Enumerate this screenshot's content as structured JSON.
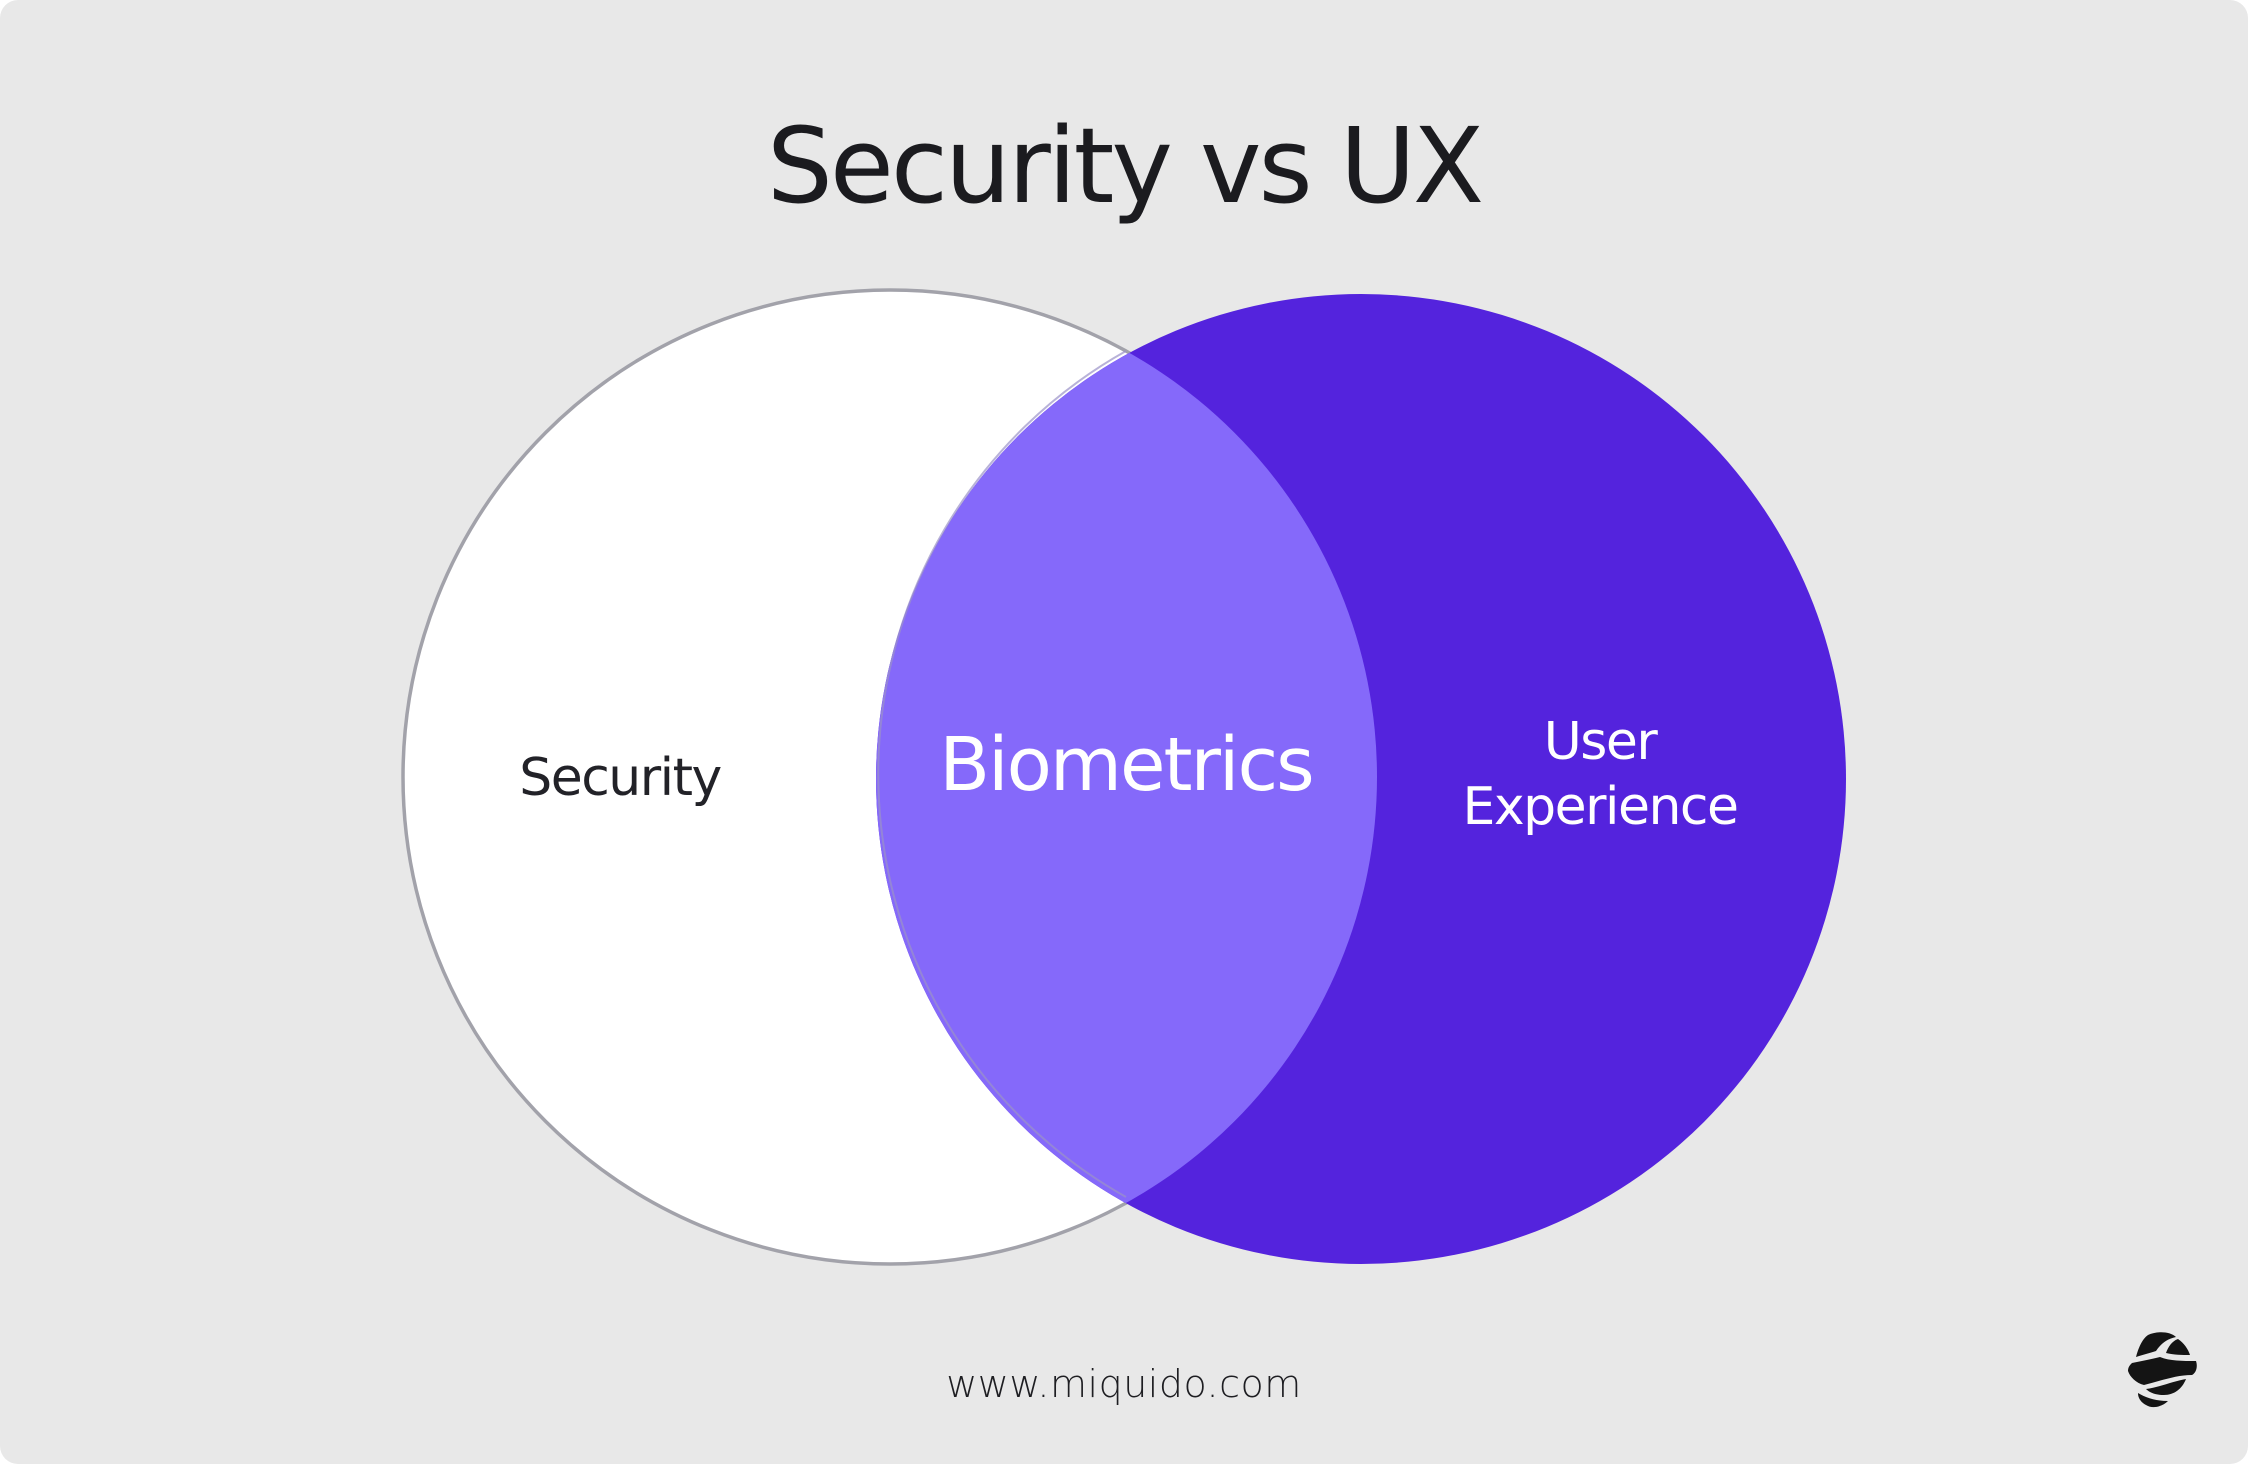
{
  "title": "Security vs UX",
  "venn": {
    "left_set": {
      "label": "Security",
      "fill": "#ffffff",
      "stroke": "#a2a2aa"
    },
    "right_set": {
      "label_line1": "User",
      "label_line2": "Experience",
      "fill": "#5423dd"
    },
    "intersection": {
      "label": "Biometrics",
      "fill": "#8569fa"
    }
  },
  "footer": {
    "url": "www.miquido.com"
  },
  "logo": {
    "icon": "miquido-logo-icon"
  },
  "colors": {
    "background": "#e8e8e8",
    "text": "#1b1b1f",
    "accent": "#5423dd",
    "overlap": "#8569fa"
  }
}
